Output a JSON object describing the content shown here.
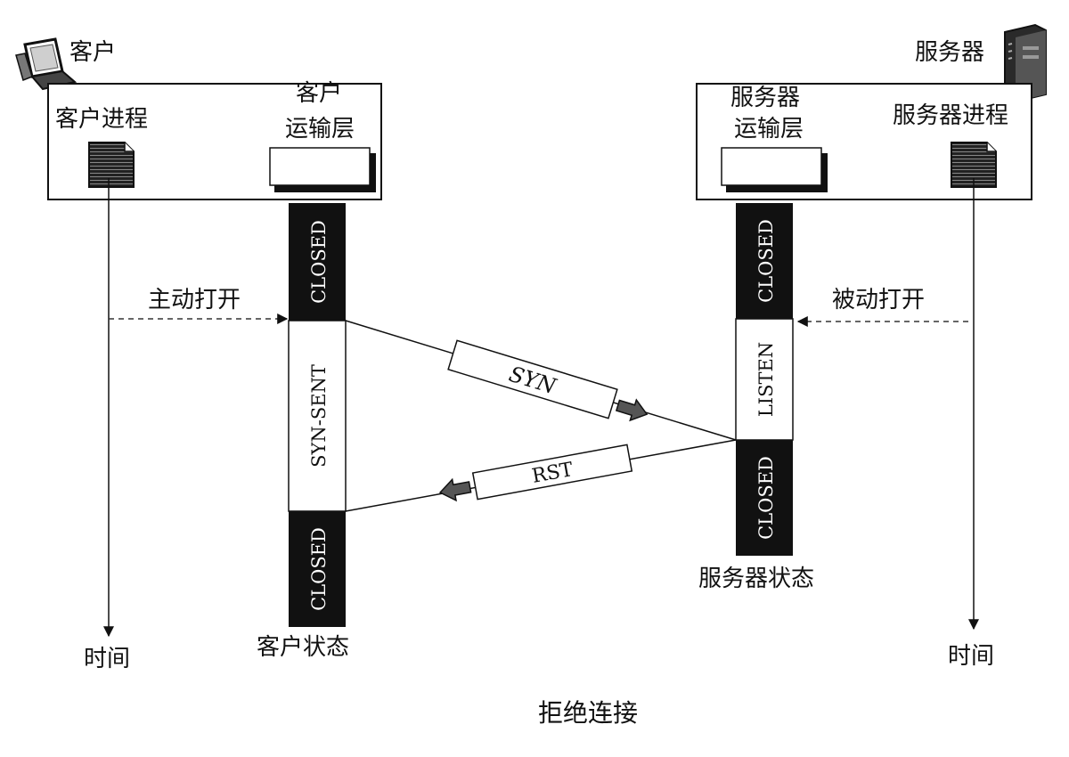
{
  "client": {
    "host_label": "客户",
    "process_label": "客户进程",
    "transport_label_line1": "客户",
    "transport_label_line2": "运输层",
    "state_caption": "客户状态",
    "time_label": "时间",
    "icon": "laptop-icon"
  },
  "server": {
    "host_label": "服务器",
    "process_label": "服务器进程",
    "transport_label_line1": "服务器",
    "transport_label_line2": "运输层",
    "state_caption": "服务器状态",
    "time_label": "时间",
    "icon": "server-tower-icon"
  },
  "events": {
    "active_open": "主动打开",
    "passive_open": "被动打开"
  },
  "client_states": [
    "CLOSED",
    "SYN-SENT",
    "CLOSED"
  ],
  "server_states": [
    "CLOSED",
    "LISTEN",
    "CLOSED"
  ],
  "segments": {
    "syn": "SYN",
    "rst": "RST"
  },
  "caption": "拒绝连接",
  "colors": {
    "ink": "#111111",
    "state_dark": "#111111",
    "state_light": "#ffffff"
  }
}
